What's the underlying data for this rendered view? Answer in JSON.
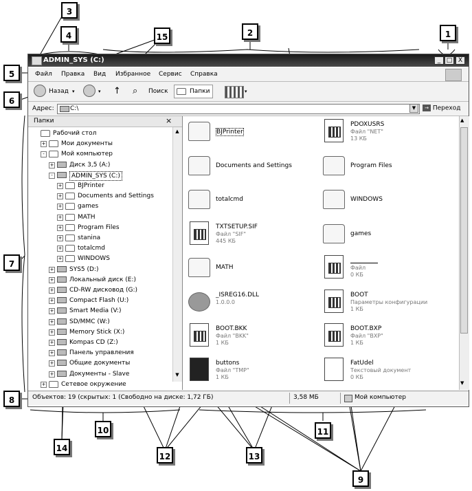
{
  "window": {
    "title": "ADMIN_SYS (C:)",
    "buttons": {
      "minimize": "_",
      "maximize": "□",
      "close": "X"
    }
  },
  "menu": [
    "Файл",
    "Правка",
    "Вид",
    "Избранное",
    "Сервис",
    "Справка"
  ],
  "toolbar": {
    "back": "Назад",
    "search": "Поиск",
    "folders": "Папки"
  },
  "address": {
    "label": "Адрес:",
    "value": "C:\\",
    "go": "Переход"
  },
  "tree": {
    "header": "Папки",
    "close": "×",
    "items": [
      {
        "label": "Рабочий стол",
        "level": 0,
        "exp": ""
      },
      {
        "label": "Мои документы",
        "level": 1,
        "exp": "+"
      },
      {
        "label": "Мой компьютер",
        "level": 1,
        "exp": "-"
      },
      {
        "label": "Диск 3,5 (A:)",
        "level": 2,
        "exp": "+"
      },
      {
        "label": "ADMIN_SYS (C:)",
        "level": 2,
        "exp": "-"
      },
      {
        "label": "BJPrinter",
        "level": 3,
        "exp": "+"
      },
      {
        "label": "Documents and Settings",
        "level": 3,
        "exp": "+"
      },
      {
        "label": "games",
        "level": 3,
        "exp": "+"
      },
      {
        "label": "MATH",
        "level": 3,
        "exp": "+"
      },
      {
        "label": "Program Files",
        "level": 3,
        "exp": "+"
      },
      {
        "label": "stanina",
        "level": 3,
        "exp": "+"
      },
      {
        "label": "totalcmd",
        "level": 3,
        "exp": "+"
      },
      {
        "label": "WINDOWS",
        "level": 3,
        "exp": "+"
      },
      {
        "label": "SYS5 (D:)",
        "level": 2,
        "exp": "+"
      },
      {
        "label": "Локальный диск (E:)",
        "level": 2,
        "exp": "+"
      },
      {
        "label": "CD-RW дисковод (G:)",
        "level": 2,
        "exp": "+"
      },
      {
        "label": "Compact Flash (U:)",
        "level": 2,
        "exp": "+"
      },
      {
        "label": "Smart Media (V:)",
        "level": 2,
        "exp": "+"
      },
      {
        "label": "SD/MMC (W:)",
        "level": 2,
        "exp": "+"
      },
      {
        "label": "Memory Stick (X:)",
        "level": 2,
        "exp": "+"
      },
      {
        "label": "Kompas CD (Z:)",
        "level": 2,
        "exp": "+"
      },
      {
        "label": "Панель управления",
        "level": 2,
        "exp": "+"
      },
      {
        "label": "Общие документы",
        "level": 2,
        "exp": "+"
      },
      {
        "label": "Документы - Slave",
        "level": 2,
        "exp": "+"
      },
      {
        "label": "Сетевое окружение",
        "level": 1,
        "exp": "+"
      }
    ]
  },
  "files": [
    {
      "name": "BJPrinter",
      "kind": "folder",
      "sub1": "",
      "sub2": ""
    },
    {
      "name": "PDOXUSRS",
      "kind": "doc",
      "sub1": "Файл \"NET\"",
      "sub2": "13 КБ"
    },
    {
      "name": "Documents and Settings",
      "kind": "folder",
      "sub1": "",
      "sub2": ""
    },
    {
      "name": "Program Files",
      "kind": "folder",
      "sub1": "",
      "sub2": ""
    },
    {
      "name": "totalcmd",
      "kind": "folder",
      "sub1": "",
      "sub2": ""
    },
    {
      "name": "WINDOWS",
      "kind": "folder",
      "sub1": "",
      "sub2": ""
    },
    {
      "name": "TXTSETUP.SIF",
      "kind": "doc",
      "sub1": "Файл \"SIF\"",
      "sub2": "445 КБ"
    },
    {
      "name": "games",
      "kind": "folder",
      "sub1": "",
      "sub2": ""
    },
    {
      "name": "MATH",
      "kind": "folder",
      "sub1": "",
      "sub2": ""
    },
    {
      "name": "",
      "kind": "doc",
      "sub1": "Файл",
      "sub2": "0 КБ"
    },
    {
      "name": "_ISREG16.DLL",
      "kind": "dll",
      "sub1": "1.0.0.0",
      "sub2": ""
    },
    {
      "name": "BOOT",
      "kind": "cfg",
      "sub1": "Параметры конфигурации",
      "sub2": "1 КБ"
    },
    {
      "name": "BOOT.BKK",
      "kind": "doc",
      "sub1": "Файл \"BKK\"",
      "sub2": "1 КБ"
    },
    {
      "name": "BOOT.BXP",
      "kind": "doc",
      "sub1": "Файл \"BXP\"",
      "sub2": "1 КБ"
    },
    {
      "name": "buttons",
      "kind": "img",
      "sub1": "Файл \"TMP\"",
      "sub2": "1 КБ"
    },
    {
      "name": "FatUdel",
      "kind": "txt",
      "sub1": "Текстовый документ",
      "sub2": "0 КБ"
    }
  ],
  "status": {
    "objects": "Объектов: 19 (скрытых: 1 (Свободно на диске: 1,72 ГБ)",
    "size": "3,58 МБ",
    "location": "Мой компьютер"
  },
  "callouts": [
    "1",
    "2",
    "3",
    "4",
    "5",
    "6",
    "7",
    "8",
    "9",
    "10",
    "11",
    "12",
    "13",
    "14",
    "15"
  ]
}
